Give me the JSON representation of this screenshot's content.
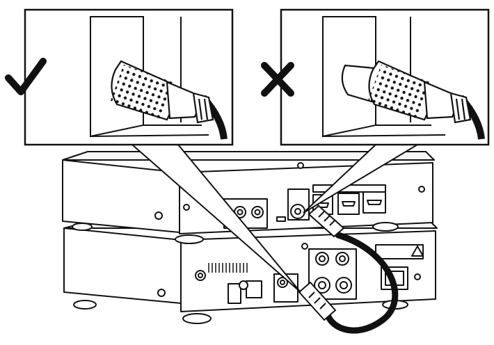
{
  "inset_correct": {
    "mark": "✓",
    "meaning": "correct"
  },
  "inset_incorrect": {
    "mark": "✗",
    "meaning": "incorrect"
  },
  "colors": {
    "line": "#111111",
    "panel": "#ffffff",
    "shade": "#eeeeee"
  },
  "icons": [
    "checkmark-icon",
    "cross-icon",
    "rca-plug",
    "hdmi-port",
    "coaxial-cable"
  ]
}
